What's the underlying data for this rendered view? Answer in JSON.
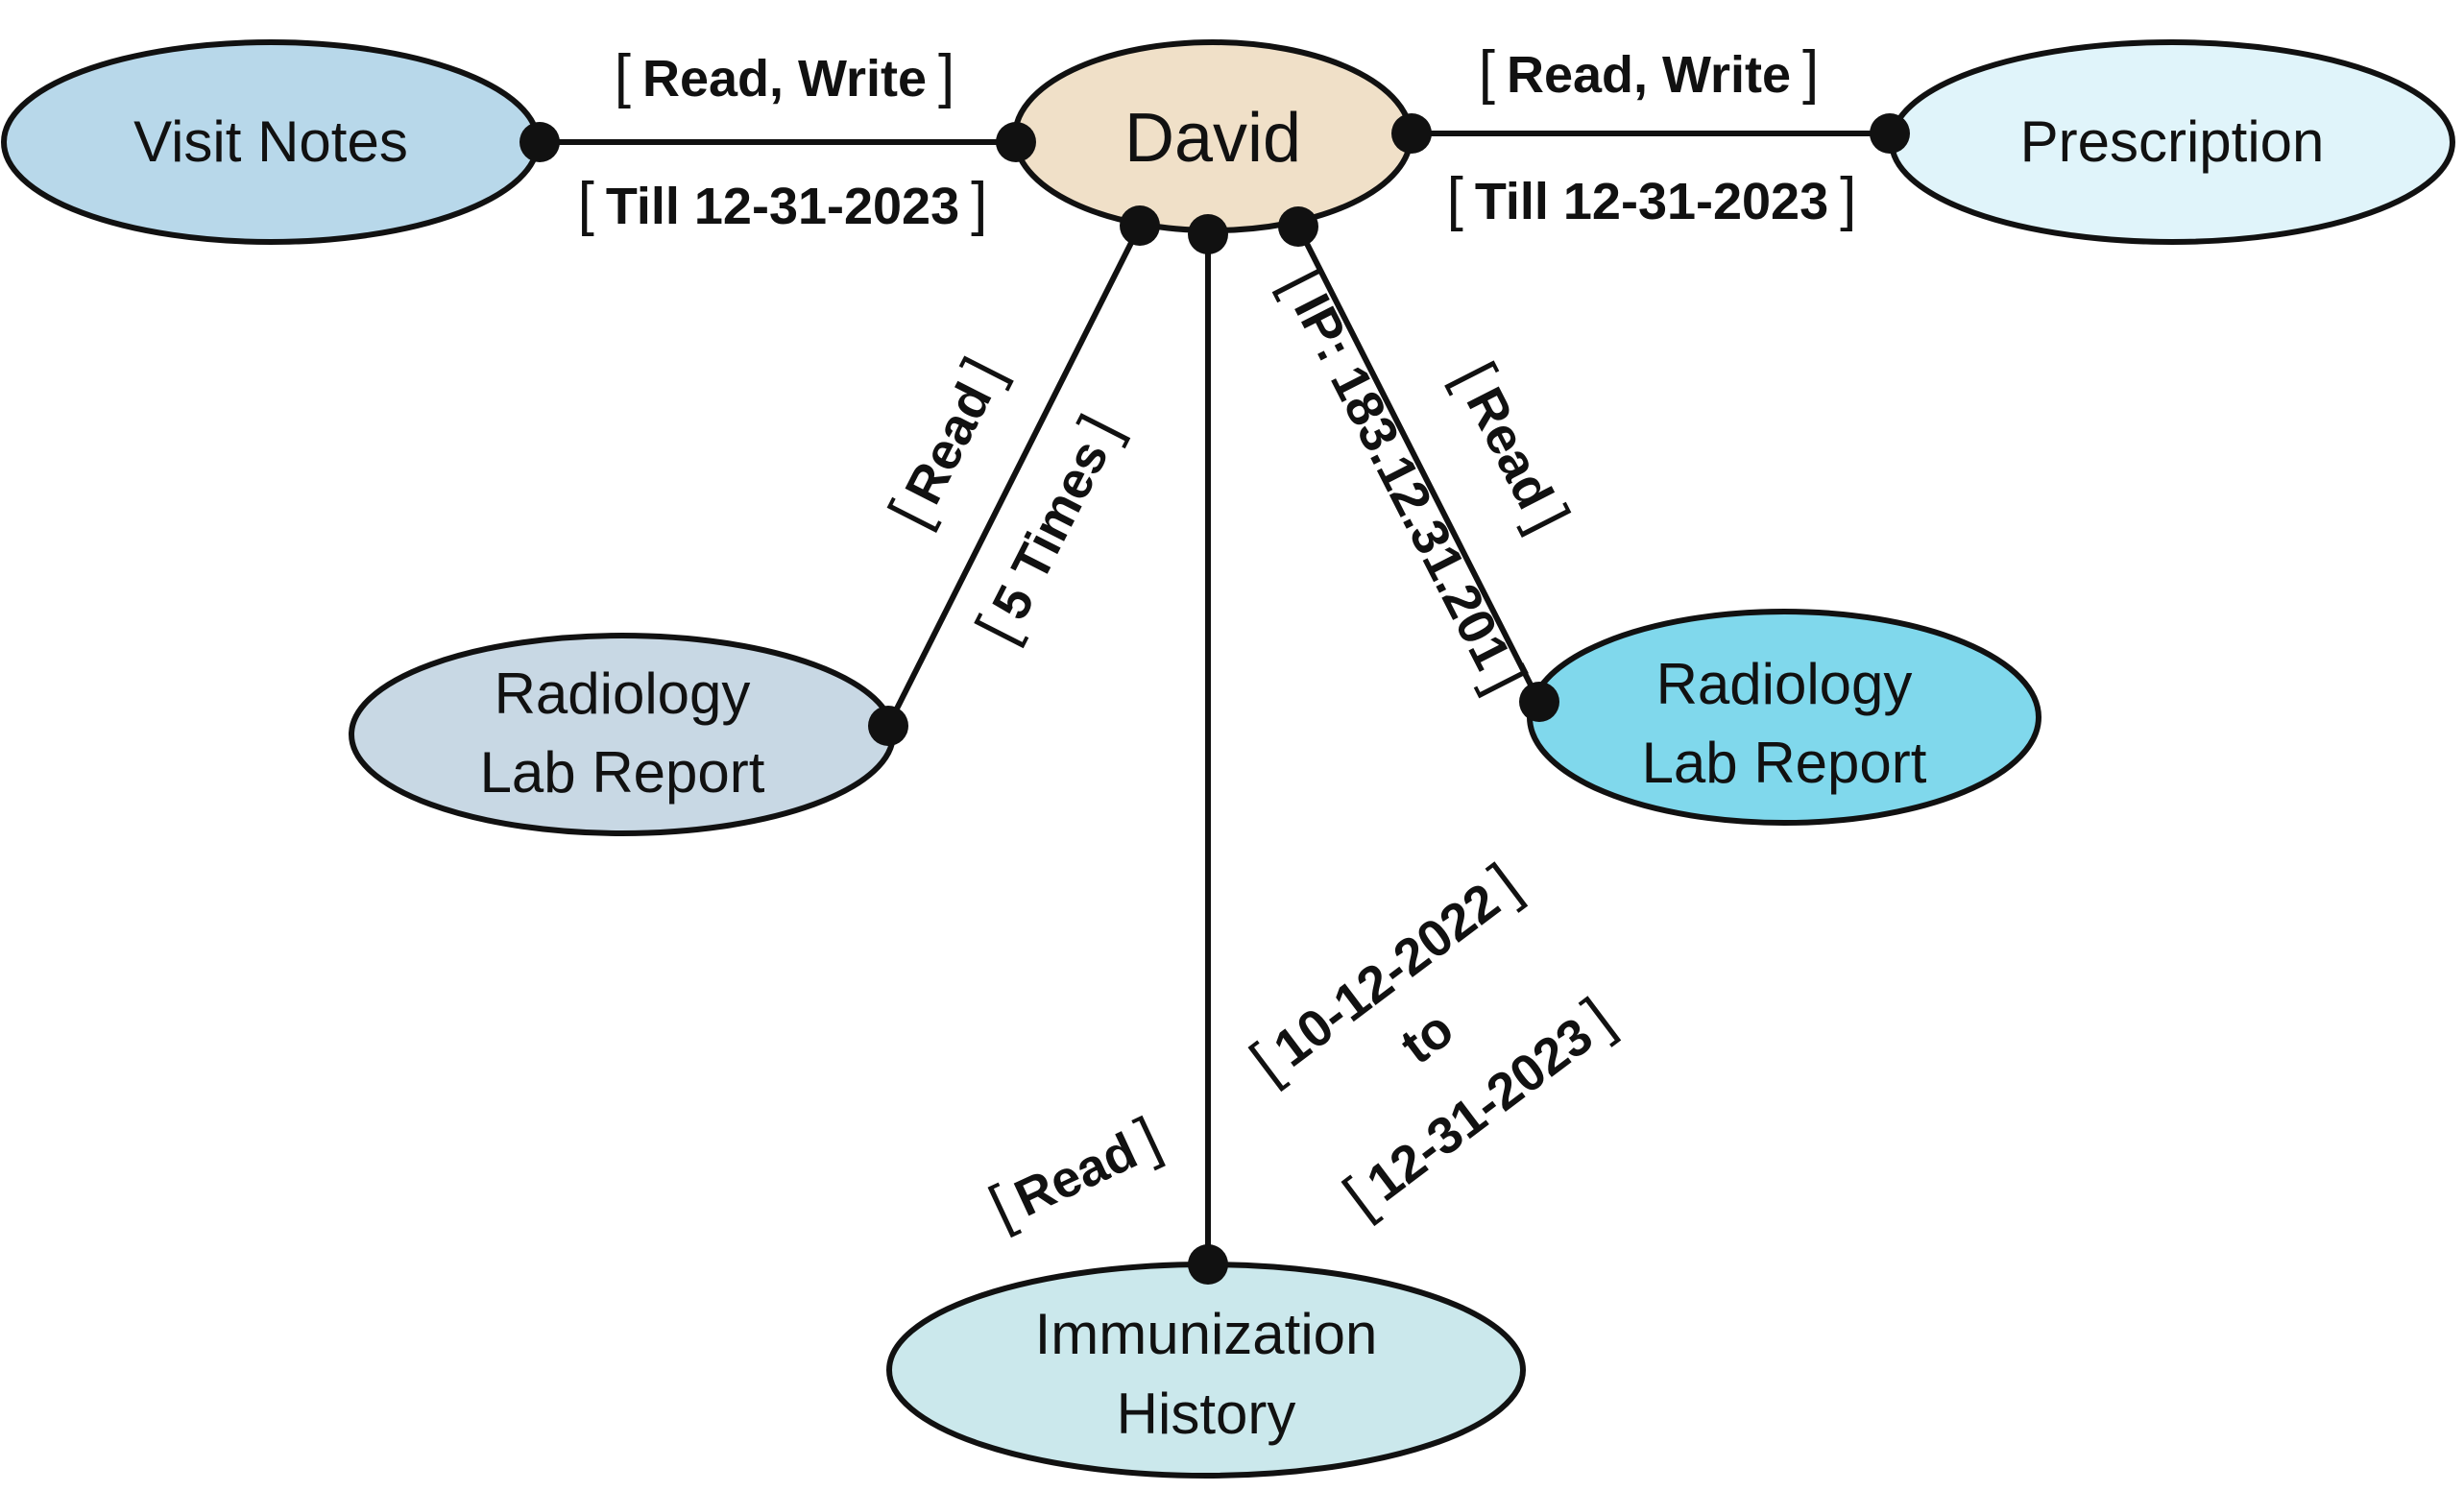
{
  "center": {
    "label": "David",
    "color": "#f0e0c8"
  },
  "nodes": {
    "visit_notes": {
      "label": "Visit Notes",
      "color": "#b8d8ea"
    },
    "prescription": {
      "label": "Prescription",
      "color": "#e0f4fa"
    },
    "radiology_left": {
      "line1": "Radiology",
      "line2": "Lab Report",
      "color": "#c8d8e4"
    },
    "radiology_right": {
      "line1": "Radiology",
      "line2": "Lab Report",
      "color": "#80d8ec"
    },
    "immunization": {
      "line1": "Immunization",
      "line2": "History",
      "color": "#cbe8ec"
    }
  },
  "edges": {
    "visit_notes": {
      "permission": "Read, Write",
      "constraint": "Till 12-31-2023"
    },
    "prescription": {
      "permission": "Read, Write",
      "constraint": "Till 12-31-2023"
    },
    "radiology_left": {
      "permission": "Read",
      "constraint": "5 Times"
    },
    "radiology_right": {
      "permission": "Read",
      "constraint": "IP: 183.12.31.201"
    },
    "immunization": {
      "permission": "Read",
      "constraint_from": "10-12-2022",
      "constraint_to_word": "to",
      "constraint_to": "12-31-2023"
    }
  },
  "brackets": {
    "open": "[",
    "close": "]"
  }
}
